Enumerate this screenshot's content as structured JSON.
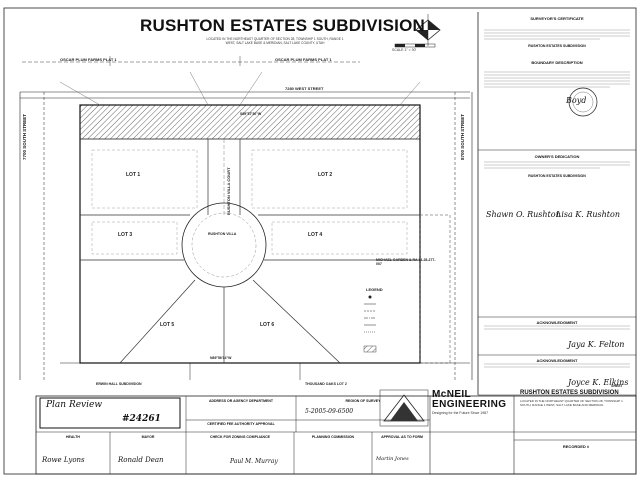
{
  "title": "RUSHTON ESTATES SUBDIVISION",
  "subtitle": "LOCATED IN THE NORTHEAST QUARTER OF SECTION 28, TOWNSHIP 1 SOUTH, RANGE 1 WEST, SALT LAKE BASE & MERIDIAN, SALT LAKE COUNTY, UTAH",
  "scale_label": "SCALE 1\" = 30'",
  "streets": {
    "north": "7280 WEST STREET",
    "west": "7700 SOUTH STREET",
    "east": "8700 SOUTH STREET",
    "oscar_n": "OSCAR PLUM FARMS PLAT 1",
    "oscar_ne": "OSCAR PLUM FARMS PLAT 1",
    "center_road": "RUSHTON VILLA COURT",
    "cul_de_sac": "RUSHTON VILLA"
  },
  "bearings": {
    "north_edge": "S89°57'30\"W",
    "south_edge": "N89°56'14\"W"
  },
  "lots": [
    {
      "name": "LOT 1"
    },
    {
      "name": "LOT 2"
    },
    {
      "name": "LOT 3"
    },
    {
      "name": "LOT 4"
    },
    {
      "name": "LOT 5"
    },
    {
      "name": "LOT 6"
    }
  ],
  "adjacent": {
    "south_left": "ERWIN HALL SUBDIVISION",
    "south_right": "THOUSAND OAKS LOT 2",
    "east_parcel": "MICHAEL GARDEN & RA 14-28-277-007"
  },
  "legend_title": "LEGEND",
  "panels": {
    "surveyor": "SURVEYOR'S CERTIFICATE",
    "surveyor_sub": "RUSHTON ESTATES SUBDIVISION",
    "boundary": "BOUNDARY DESCRIPTION",
    "owners": "OWNER'S DEDICATION",
    "owners_sub": "RUSHTON ESTATES SUBDIVISION",
    "ack1": "ACKNOWLEDGMENT",
    "ack2": "ACKNOWLEDGMENT"
  },
  "bottom": {
    "plan_review": "Plan Review",
    "stamp_number": "#24261",
    "health": "HEALTH",
    "mayor": "MAYOR",
    "zoning": "CHECK FOR ZONING COMPLIANCE",
    "planning": "PLANNING COMMISSION",
    "approval": "APPROVAL AS TO FORM",
    "address": "ADDRESS OR AGENCY DEPARTMENT",
    "survey": "REGION OF SURVEY",
    "certified_fee": "CERTIFIED FEE AUTHORITY APPROVAL",
    "survey_date": "5-2005-09-6500",
    "recorded": "RECORDED #",
    "sheet_no": "SHEET"
  },
  "engineering": {
    "name1": "McNEIL",
    "name2": "ENGINEERING",
    "tagline": "Designing for the Future Since 1987"
  },
  "titleblock": {
    "project": "RUSHTON ESTATES SUBDIVISION",
    "location": "LOCATED IN THE NORTHEAST QUARTER OF SECTION 28, TOWNSHIP 1 SOUTH, RANGE 1 WEST, SALT LAKE BASE AND MERIDIAN"
  },
  "handwriting": {
    "plan_review_sig": "Plan Review",
    "health_sig": "Rowe Lyons",
    "mayor_sig": "Ronald Dean",
    "zoning_sig": "Paul M. Murray",
    "planning_sig": "Martin Jones",
    "surveyor_sig": "Boyd",
    "owner_sig1": "Shawn O. Rushton",
    "owner_sig2": "Lisa K. Rushton",
    "ack_sig1": "Jaya K. Felton",
    "ack_sig2": "Joyce K. Elkins"
  },
  "colors": {
    "ink": "#111111",
    "line": "#333333",
    "hatch": "#555555",
    "paper": "#ffffff"
  }
}
